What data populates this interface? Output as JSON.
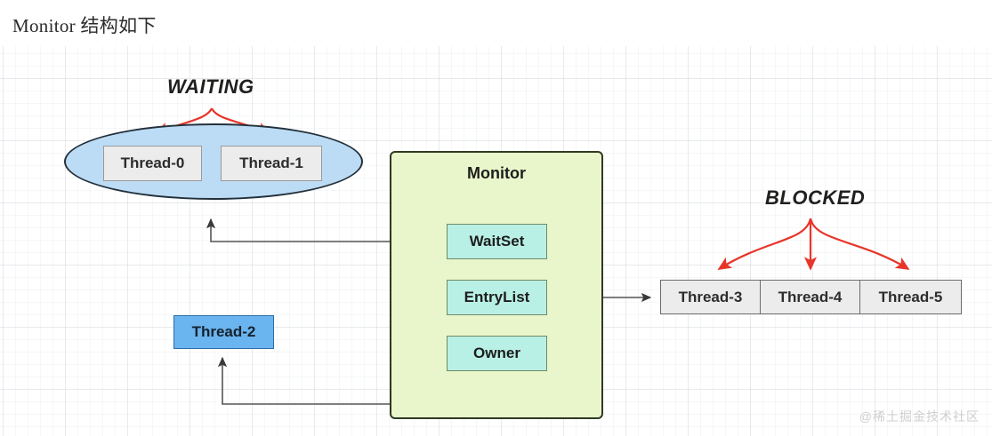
{
  "page": {
    "title": "Monitor 结构如下",
    "watermark": "@稀土掘金技术社区"
  },
  "labels": {
    "waiting": "WAITING",
    "blocked": "BLOCKED"
  },
  "waiting_group": {
    "shape": "ellipse",
    "fill": "#bcdcf5",
    "threads": [
      {
        "label": "Thread-0"
      },
      {
        "label": "Thread-1"
      }
    ]
  },
  "monitor": {
    "title": "Monitor",
    "fill": "#e9f6cb",
    "fields": [
      {
        "label": "WaitSet"
      },
      {
        "label": "EntryList"
      },
      {
        "label": "Owner"
      }
    ]
  },
  "owner_thread": {
    "label": "Thread-2",
    "fill": "#6ab4ef"
  },
  "blocked_group": {
    "fill": "#ececec",
    "threads": [
      {
        "label": "Thread-3"
      },
      {
        "label": "Thread-4"
      },
      {
        "label": "Thread-5"
      }
    ]
  },
  "colors": {
    "arrow_red": "#e8352a",
    "arrow_gray": "#555555",
    "monitor_border": "#2f3a22",
    "inner_fill": "#b9f0e6",
    "ellipse_border": "#23303b"
  }
}
